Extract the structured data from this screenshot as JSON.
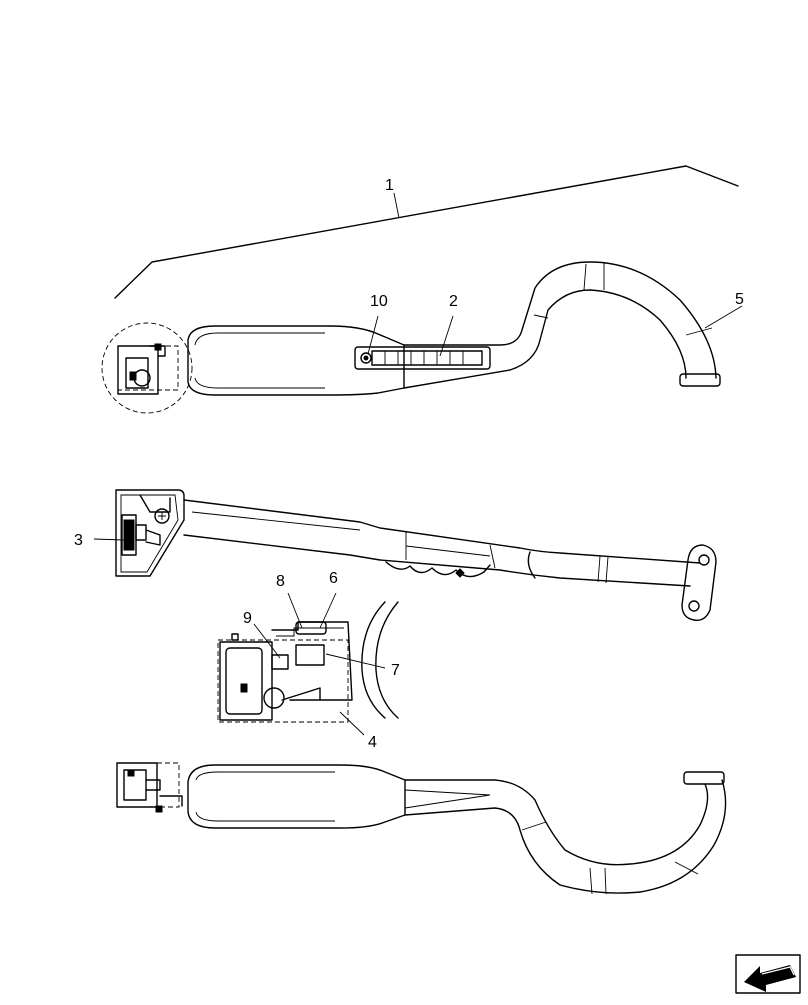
{
  "callouts": [
    {
      "id": "1",
      "label": "1"
    },
    {
      "id": "2",
      "label": "2"
    },
    {
      "id": "3",
      "label": "3"
    },
    {
      "id": "4",
      "label": "4"
    },
    {
      "id": "5",
      "label": "5"
    },
    {
      "id": "6",
      "label": "6"
    },
    {
      "id": "7",
      "label": "7"
    },
    {
      "id": "8",
      "label": "8"
    },
    {
      "id": "9",
      "label": "9"
    },
    {
      "id": "10",
      "label": "10"
    }
  ],
  "nav_icon": "arrow-left-icon"
}
